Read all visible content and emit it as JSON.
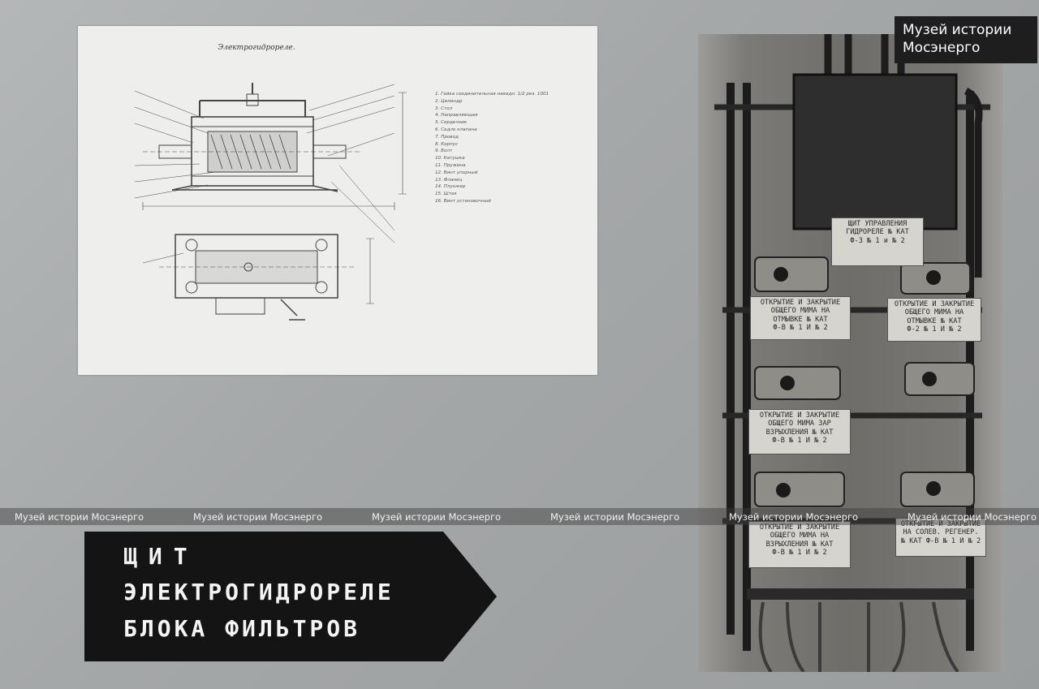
{
  "badge": {
    "line1": "Музей истории",
    "line2": "Мосэнерго"
  },
  "watermark": {
    "text": "Музей истории Мосэнерго"
  },
  "drawing_sheet": {
    "title": "Электрогидрореле.",
    "legend": [
      "1. Гайка соединительная накидн. 1/2 рез. 1001",
      "2. Цилиндр",
      "3. Стол",
      "4. Направляющая",
      "5. Сердечник",
      "6. Седло клапана",
      "7. Провод",
      "8. Корпус",
      "9. Болт",
      "10. Катушка",
      "11. Пружина",
      "12. Винт упорный",
      "13. Фланец",
      "14. Плунжер",
      "15. Шток",
      "16. Винт установочный"
    ]
  },
  "photo": {
    "plates": [
      "ЩИТ УПРАВЛЕНИЯ\nГИДРОРЕЛЕ № КАТ\nФ-3 № 1 и № 2",
      "ОТКРЫТИЕ И ЗАКРЫТИЕ\nОБЩЕГО МИМА НА\nОТМЫВКЕ № КАТ\nФ-В № 1 И № 2",
      "ОТКРЫТИЕ И ЗАКРЫТИЕ\nОБЩЕГО МИМА НА\nОТМЫВКЕ № КАТ\nФ-2 № 1 И № 2",
      "ОТКРЫТИЕ И ЗАКРЫТИЕ\nОБЩЕГО МИМА ЗАР\nВЗРЫХЛЕНИЯ № КАТ\nФ-В № 1 И № 2",
      "ОТКРЫТИЕ И ЗАКРЫТИЕ\nОБЩЕГО МИМА НА\nВЗРЫХЛЕНИЯ № КАТ\nФ-В № 1 И № 2",
      "ОТКРЫТИЕ И ЗАКРЫТИЕ\nНА СОЛЕВ. РЕГЕНЕР.\n№ КАТ Ф-В № 1 И № 2"
    ]
  },
  "caption": {
    "line1": "ЩИТ",
    "line2": "ЭЛЕКТРОГИДРОРЕЛЕ",
    "line3": "БЛОКА ФИЛЬТРОВ"
  }
}
